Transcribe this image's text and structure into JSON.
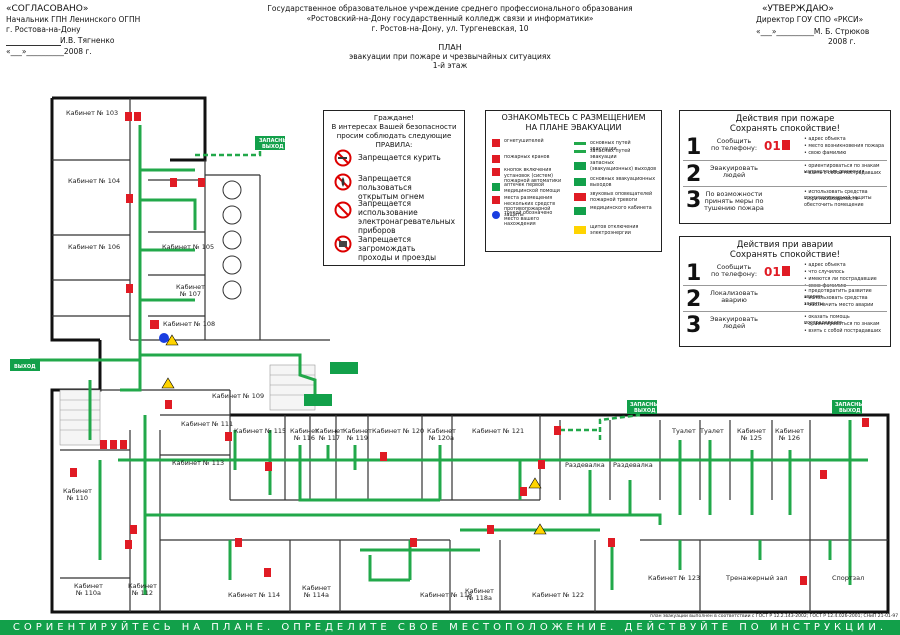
{
  "approve_left": {
    "title": "«СОГЛАСОВАНО»",
    "line1": "Начальник ГПН Ленинского ОГПН",
    "line2": "г. Ростова-на-Дону",
    "signer": "И.В. Тягненко",
    "date": "«___»__________2008 г."
  },
  "header_center": {
    "line1": "Государственное образовательное учреждение среднего профессионального образования",
    "line2": "«Ростовский-на-Дону государственный колледж связи и информатики»",
    "line3": "г. Ростов-на-Дону, ул. Тургеневская, 10",
    "plan": "ПЛАН",
    "subtitle": "эвакуации при пожаре и чрезвычайных ситуациях",
    "floor": "1-й этаж"
  },
  "approve_right": {
    "title": "«УТВЕРЖДАЮ»",
    "line1": "Директор ГОУ СПО «РКСИ»",
    "line2": "«___»__________М. Б. Стрюков",
    "date": "2008 г."
  },
  "rules": {
    "intro": "Граждане!\nВ интересах Вашей безопасности\nпросим соблюдать следующие\nПРАВИЛА:",
    "items": [
      "Запрещается курить",
      "Запрещается пользоваться\nоткрытым огнем",
      "Запрещается использование\nэлектронагревательных\nприборов",
      "Запрещается загромождать\nпроходы и проезды"
    ]
  },
  "legend": {
    "title": "ОЗНАКОМЬТЕСЬ С РАЗМЕЩЕНИЕМ\nНА ПЛАНЕ ЭВАКУАЦИИ",
    "left_items": [
      "огнетушителей",
      "пожарных кранов",
      "кнопок включения установок (систем) пожарной автоматики",
      "аптечек первой медицинской помощи",
      "места размещения нескольких средств противопожарной защиты",
      "точкой обозначено место вашего нахождения"
    ],
    "right_items": [
      "основных путей эвакуации",
      "запасных путей эвакуации",
      "запасных (эвакуационных) выходов",
      "основных эвакуационных выходов",
      "звуковых оповещателей пожарной тревоги",
      "медицинского кабинета",
      "щитов отключения электроэнергии"
    ]
  },
  "fire": {
    "title": "Действия при пожаре\nСохранять спокойствие!",
    "steps": [
      {
        "num": "1",
        "text": "Сообщить\nпо телефону:",
        "phone": "01",
        "notes": [
          "адрес объекта",
          "место возникновения пожара",
          "свою фамилию"
        ]
      },
      {
        "num": "2",
        "text": "Эвакуировать\nлюдей",
        "notes": [
          "ориентироваться по знакам направления движения",
          "взять с собой пострадавших"
        ]
      },
      {
        "num": "3",
        "text": "По возможности\nпринять меры по\nтушению пожара",
        "notes": [
          "использовать средства противопожарной защиты",
          "при необходимости обесточить помещение"
        ]
      }
    ]
  },
  "accident": {
    "title": "Действия при аварии\nСохранять спокойствие!",
    "steps": [
      {
        "num": "1",
        "text": "Сообщить\nпо телефону:",
        "phone": "01",
        "notes": [
          "адрес объекта",
          "что случилось",
          "имеются ли пострадавшие",
          "свою фамилию"
        ]
      },
      {
        "num": "2",
        "text": "Локализовать\nаварию",
        "notes": [
          "предотвратить развитие аварии",
          "использовать средства защиты",
          "обозначить место аварии"
        ]
      },
      {
        "num": "3",
        "text": "Эвакуировать\nлюдей",
        "notes": [
          "оказать помощь пострадавшим",
          "ориентироваться по знакам",
          "взять с собой пострадавших"
        ]
      }
    ]
  },
  "rooms": [
    "Кабинет № 103",
    "Кабинет № 104",
    "Кабинет № 106",
    "Кабинет № 105",
    "Кабинет\n№ 107",
    "Кабинет № 108",
    "Кабинет № 109",
    "Кабинет № 111",
    "Кабинет № 113",
    "Кабинет\n№ 110",
    "Кабинет\n№ 110а",
    "Кабинет\n№ 112",
    "Кабинет № 114",
    "Кабинет\n№ 114а",
    "Кабинет № 115",
    "Кабинет\n№ 116",
    "Кабинет\n№ 117",
    "Кабинет\n№ 119",
    "Кабинет № 120",
    "Кабинет\n№ 120а",
    "Кабинет № 121",
    "Кабинет № 118",
    "Кабинет\n№ 118а",
    "Кабинет № 122",
    "Раздевалка",
    "Раздевалка",
    "Туалет",
    "Туалет",
    "Кабинет\n№ 125",
    "Кабинет\n№ 126",
    "Кабинет № 123",
    "Тренажерный зал",
    "Спортзал"
  ],
  "exits": {
    "spare": "ЗАПАСНЫЙ\nВЫХОД",
    "main": "ВЫХОД"
  },
  "footer_note": "план эвакуации выполнен в соответствии с ГОСТ Р 12.2.143-2002; ГОСТ Р 12.4.026-2001; СНиП 21-01-97",
  "bottom": "СОРИЕНТИРУЙТЕСЬ НА ПЛАНЕ. ОПРЕДЕЛИТЕ СВОЕ МЕСТОПОЛОЖЕНИЕ. ДЕЙСТВУЙТЕ ПО ИНСТРУКЦИИ.",
  "colors": {
    "route": "#22a84a",
    "spare_route": "#22a84a",
    "extinguisher": "#e01b24",
    "wall": "#111111",
    "sign": "#12a04a"
  }
}
